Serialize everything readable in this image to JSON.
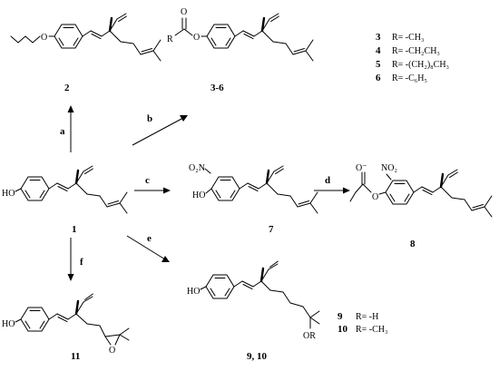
{
  "compounds": {
    "c1": "1",
    "c2": "2",
    "c3_6": "3-6",
    "c7": "7",
    "c8": "8",
    "c9_10": "9, 10",
    "c11": "11"
  },
  "steps": {
    "a": "a",
    "b": "b",
    "c": "c",
    "d": "d",
    "e": "e",
    "f": "f"
  },
  "atoms": {
    "o": "O",
    "ho": "HO",
    "r": "R",
    "o2n": "O₂N",
    "no2": "NO₂",
    "o_minus": "O⁻",
    "or": "OR"
  },
  "r_groups_3_6": [
    {
      "num": "3",
      "def": "R= -CH₃"
    },
    {
      "num": "4",
      "def": "R= -CH₂CH₃"
    },
    {
      "num": "5",
      "def": "R= -(CH₂)₈CH₃"
    },
    {
      "num": "6",
      "def": "R= -C₆H₅"
    }
  ],
  "r_groups_9_10": [
    {
      "num": "9",
      "def": "R= -H"
    },
    {
      "num": "10",
      "def": "R= -CH₃"
    }
  ]
}
